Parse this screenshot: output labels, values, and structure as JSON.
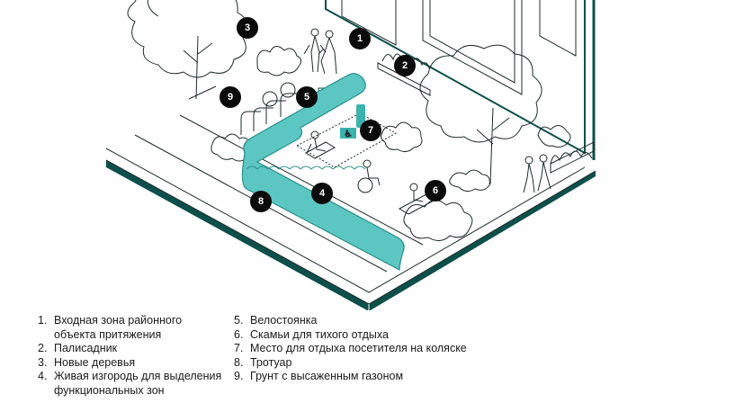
{
  "colors": {
    "hedge": "#5cc6c2",
    "hedge_stroke": "#2a8f8b",
    "base_wall": "#0d4f4a",
    "ink": "#1f2a2a",
    "marker": "#0b0b0b",
    "accent_pin": "#3bb3ad"
  },
  "markers": [
    {
      "id": "1",
      "label": "1"
    },
    {
      "id": "2",
      "label": "2"
    },
    {
      "id": "3",
      "label": "3"
    },
    {
      "id": "4",
      "label": "4"
    },
    {
      "id": "5",
      "label": "5"
    },
    {
      "id": "6",
      "label": "6"
    },
    {
      "id": "7",
      "label": "7"
    },
    {
      "id": "8",
      "label": "8"
    },
    {
      "id": "9",
      "label": "9"
    }
  ],
  "legend": {
    "col1": [
      {
        "num": "1.",
        "text": "Входная зона районного объекта притяжения"
      },
      {
        "num": "2.",
        "text": "Палисадник"
      },
      {
        "num": "3.",
        "text": "Новые деревья"
      },
      {
        "num": "4.",
        "text": "Живая изгородь для выделения функциональных зон"
      }
    ],
    "col2": [
      {
        "num": "5.",
        "text": "Велостоянка"
      },
      {
        "num": "6.",
        "text": "Скамьи для тихого отдыха"
      },
      {
        "num": "7.",
        "text": "Место для отдыха посетителя на коляске"
      },
      {
        "num": "8.",
        "text": "Тротуар"
      },
      {
        "num": "9.",
        "text": "Грунт с высаженным газоном"
      }
    ]
  }
}
